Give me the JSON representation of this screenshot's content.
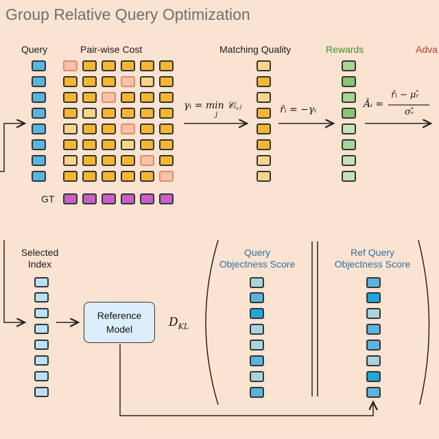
{
  "title": "Group Relative Query Optimization",
  "top": {
    "query_label": "Query",
    "cost_label": "Pair-wise Cost",
    "quality_label": "Matching Quality",
    "rewards_label": "Rewards",
    "advantage_label": "Adva",
    "gt_label": "GT",
    "formula_gamma": "γᵢ = min 𝒞ᵢ,ⱼ",
    "formula_gamma_sub": "j",
    "formula_reward": "r̂ᵢ = −γᵢ",
    "formula_adv_lhs": "Âᵢ =",
    "formula_adv_num": "r̂ᵢ − μᵣ̂",
    "formula_adv_den": "σᵣ̂"
  },
  "bottom": {
    "selected_index_label": "Selected\nIndex",
    "reference_model_label": "Reference\nModel",
    "dkl_label": "DKL",
    "query_obj_label": "Query\nObjectness Score",
    "ref_obj_label": "Ref Query\nObjectness Score"
  },
  "colors": {
    "background": "#fbe3d2",
    "query_blue": "#5ab4e0",
    "cost_orange": "#f5b731",
    "cost_light": "#f8d58a",
    "cost_pink": "#f6c3a8",
    "rewards_green": "#86c772",
    "gt_purple": "#c860c8"
  },
  "icons": [
    "arrow-right-icon",
    "arrow-up-icon",
    "bracket-left-icon",
    "bracket-right-icon",
    "double-bar-icon"
  ]
}
